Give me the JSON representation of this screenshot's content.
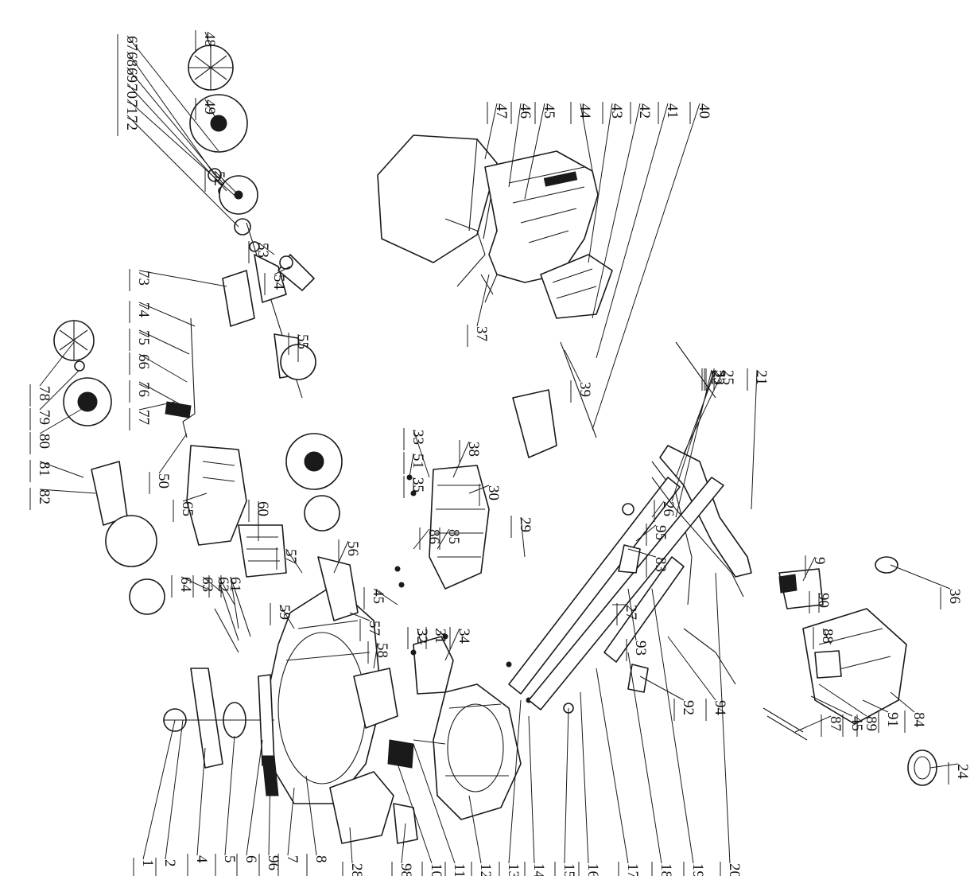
{
  "diagram": {
    "type": "exploded-parts-diagram",
    "label_rotation_deg": 90,
    "callouts": [
      "1",
      "2",
      "4",
      "5",
      "6",
      "96",
      "7",
      "8",
      "28",
      "98",
      "10",
      "11",
      "12",
      "13",
      "14",
      "15",
      "16",
      "17",
      "18",
      "19",
      "20",
      "59",
      "57",
      "56",
      "58",
      "57",
      "45",
      "32",
      "31",
      "34",
      "33",
      "51",
      "35",
      "38",
      "30",
      "86",
      "85",
      "29",
      "64",
      "63",
      "62",
      "61",
      "82",
      "81",
      "80",
      "79",
      "78",
      "77",
      "76",
      "66",
      "75",
      "74",
      "73",
      "50",
      "65",
      "60",
      "72",
      "71",
      "70",
      "69",
      "68",
      "67",
      "49",
      "48",
      "52",
      "53",
      "54",
      "55",
      "47",
      "46",
      "45",
      "44",
      "43",
      "42",
      "41",
      "40",
      "37",
      "39",
      "25",
      "3",
      "23",
      "22",
      "21",
      "26",
      "95",
      "83",
      "27",
      "93",
      "92",
      "94",
      "36",
      "24",
      "9",
      "90",
      "88",
      "87",
      "45",
      "89",
      "91",
      "84"
    ]
  }
}
